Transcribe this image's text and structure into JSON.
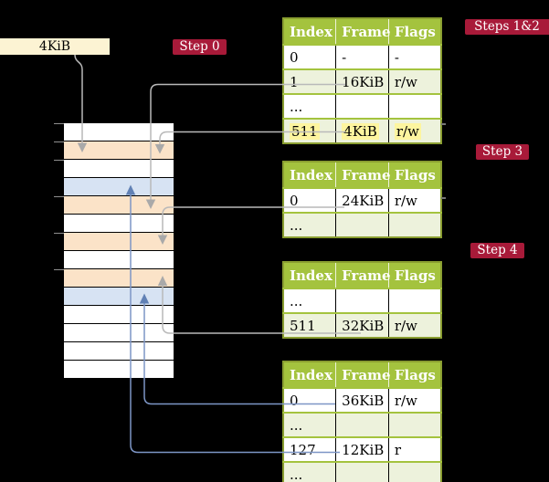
{
  "cr3_box": {
    "label": "4KiB"
  },
  "badges": {
    "step0": "Step 0",
    "steps12": "Steps 1&2",
    "step3": "Step 3",
    "step4": "Step 4"
  },
  "memory": {
    "rows": [
      "plain",
      "orange",
      "plain",
      "blue",
      "orange",
      "plain",
      "orange",
      "plain",
      "orange",
      "blue",
      "plain",
      "plain",
      "plain",
      "plain"
    ]
  },
  "tables": [
    {
      "headers": [
        "Index",
        "Frame",
        "Flags"
      ],
      "rows": [
        {
          "cells": [
            "0",
            "-",
            "-"
          ],
          "bg": "plain",
          "highlight": false
        },
        {
          "cells": [
            "1",
            "16KiB",
            "r/w"
          ],
          "bg": "green",
          "highlight": false
        },
        {
          "cells": [
            "...",
            "",
            ""
          ],
          "bg": "plain",
          "highlight": false
        },
        {
          "cells": [
            "511",
            "4KiB",
            "r/w"
          ],
          "bg": "green",
          "highlight": true
        }
      ]
    },
    {
      "headers": [
        "Index",
        "Frame",
        "Flags"
      ],
      "rows": [
        {
          "cells": [
            "0",
            "24KiB",
            "r/w"
          ],
          "bg": "plain",
          "highlight": false
        },
        {
          "cells": [
            "...",
            "",
            ""
          ],
          "bg": "green",
          "highlight": false
        }
      ]
    },
    {
      "headers": [
        "Index",
        "Frame",
        "Flags"
      ],
      "rows": [
        {
          "cells": [
            "...",
            "",
            ""
          ],
          "bg": "plain",
          "highlight": false
        },
        {
          "cells": [
            "511",
            "32KiB",
            "r/w"
          ],
          "bg": "green",
          "highlight": false
        }
      ]
    },
    {
      "headers": [
        "Index",
        "Frame",
        "Flags"
      ],
      "rows": [
        {
          "cells": [
            "0",
            "36KiB",
            "r/w"
          ],
          "bg": "plain",
          "highlight": false
        },
        {
          "cells": [
            "...",
            "",
            ""
          ],
          "bg": "green",
          "highlight": false
        },
        {
          "cells": [
            "127",
            "12KiB",
            "r"
          ],
          "bg": "plain",
          "highlight": false
        },
        {
          "cells": [
            "...",
            "",
            ""
          ],
          "bg": "green",
          "highlight": false
        }
      ]
    }
  ],
  "colors": {
    "background": "#000000",
    "badge_red": "#A81A39",
    "table_header_green": "#A4C33E",
    "table_border_green": "#8A9E31",
    "table_row_green": "#EDF2DC",
    "page_table_row_orange": "#FBE3C8",
    "mapped_frame_row_blue": "#D7E3F3",
    "cr3_box_cream": "#FCF3D3",
    "highlight_yellow": "#FDF59F",
    "grey_connector": "#B9B9B9",
    "blue_connector": "#7D96C6"
  }
}
